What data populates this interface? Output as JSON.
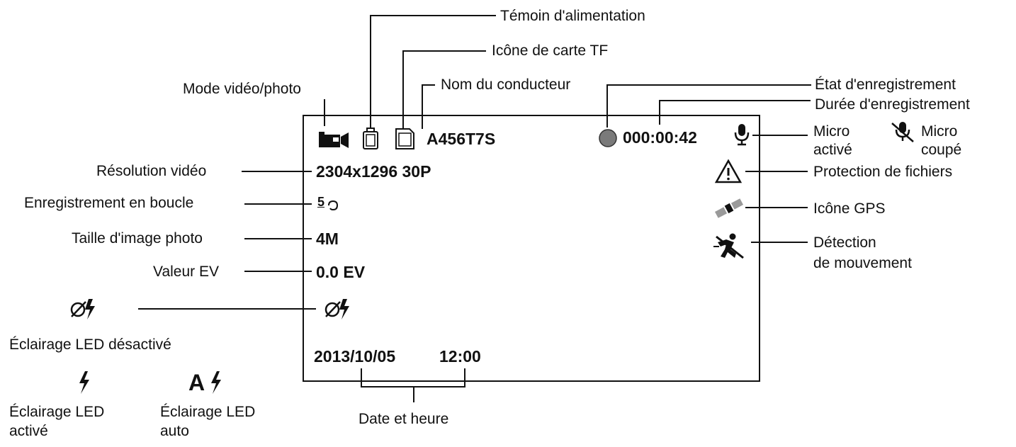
{
  "screen": {
    "driver_name": "A456T7S",
    "record_time": "000:00:42",
    "resolution": "2304x1296 30P",
    "loop_value": "5",
    "photo_size": "4M",
    "ev_value": "0.0 EV",
    "date": "2013/10/05",
    "time": "12:00"
  },
  "labels": {
    "power": "Témoin d'alimentation",
    "tf_card": "Icône de carte TF",
    "driver": "Nom du conducteur",
    "mode": "Mode vidéo/photo",
    "rec_state": "État d'enregistrement",
    "rec_duration": "Durée d'enregistrement",
    "mic_on_1": "Micro",
    "mic_on_2": "activé",
    "mic_off_1": "Micro",
    "mic_off_2": "coupé",
    "resolution": "Résolution vidéo",
    "protection": "Protection de fichiers",
    "loop": "Enregistrement en boucle",
    "gps": "Icône GPS",
    "photo_size": "Taille d'image photo",
    "motion_1": "Détection",
    "motion_2": "de mouvement",
    "ev": "Valeur EV",
    "led_off": "Éclairage LED désactivé",
    "led_on_1": "Éclairage LED",
    "led_on_2": "activé",
    "led_auto_1": "Éclairage LED",
    "led_auto_2": "auto",
    "led_auto_glyph": "A",
    "date_time": "Date et heure"
  },
  "icons": [
    "video-camera-icon",
    "battery-icon",
    "sd-card-icon",
    "record-dot-icon",
    "microphone-icon",
    "mic-muted-icon",
    "warning-triangle-icon",
    "gps-satellite-icon",
    "motion-detection-icon",
    "loop-icon",
    "led-off-icon",
    "led-on-icon",
    "led-auto-icon"
  ]
}
